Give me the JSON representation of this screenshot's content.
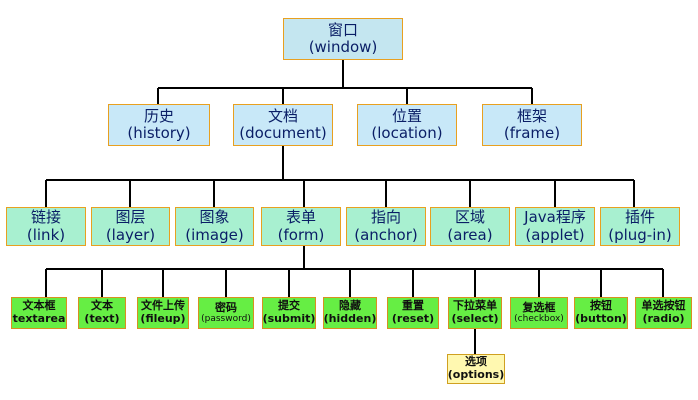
{
  "root": {
    "zh": "窗口",
    "en": "(window)"
  },
  "level1": [
    {
      "zh": "历史",
      "en": "(history)"
    },
    {
      "zh": "文档",
      "en": "(document)"
    },
    {
      "zh": "位置",
      "en": "(location)"
    },
    {
      "zh": "框架",
      "en": "(frame)"
    }
  ],
  "level2": [
    {
      "zh": "链接",
      "en": "(link)"
    },
    {
      "zh": "图层",
      "en": "(layer)"
    },
    {
      "zh": "图象",
      "en": "(image)"
    },
    {
      "zh": "表单",
      "en": "(form)"
    },
    {
      "zh": "指向",
      "en": "(anchor)"
    },
    {
      "zh": "区域",
      "en": "(area)"
    },
    {
      "zh": "Java程序",
      "en": "(applet)"
    },
    {
      "zh": "插件",
      "en": "(plug-in)"
    }
  ],
  "level3": [
    {
      "zh": "文本框",
      "en": "(textarea)"
    },
    {
      "zh": "文本",
      "en": "(text)"
    },
    {
      "zh": "文件上传",
      "en": "(fileup)"
    },
    {
      "zh": "密码",
      "en": "(password)"
    },
    {
      "zh": "提交",
      "en": "(submit)"
    },
    {
      "zh": "隐藏",
      "en": "(hidden)"
    },
    {
      "zh": "重置",
      "en": "(reset)"
    },
    {
      "zh": "下拉菜单",
      "en": "(select)"
    },
    {
      "zh": "复选框",
      "en": "(checkbox)"
    },
    {
      "zh": "按钮",
      "en": "(button)"
    },
    {
      "zh": "单选按钮",
      "en": "(radio)"
    }
  ],
  "level4": [
    {
      "zh": "选项",
      "en": "(options)"
    }
  ]
}
